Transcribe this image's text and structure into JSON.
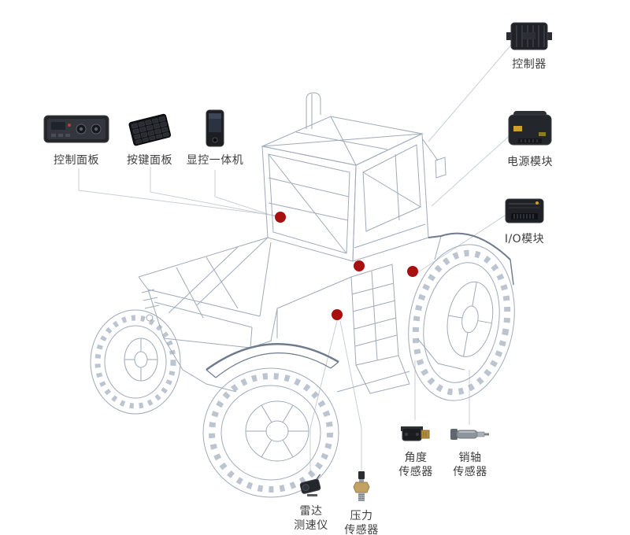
{
  "colors": {
    "marker": "#a8100f",
    "connector": "#c9ced6",
    "wireframe": "#9aa6b6",
    "wireframe_dark": "#6f7b8c"
  },
  "components": {
    "control_panel": {
      "label": "控制面板"
    },
    "key_panel": {
      "label": "按键面板"
    },
    "display_unit": {
      "label": "显控一体机"
    },
    "controller": {
      "label": "控制器"
    },
    "power_module": {
      "label": "电源模块"
    },
    "io_module": {
      "label": "I/O模块"
    },
    "angle_sensor": {
      "label": "角度\n传感器"
    },
    "pin_sensor": {
      "label": "销轴\n传感器"
    },
    "radar_speedometer": {
      "label": "雷达\n测速仪"
    },
    "pressure_sensor": {
      "label": "压力\n传感器"
    }
  }
}
